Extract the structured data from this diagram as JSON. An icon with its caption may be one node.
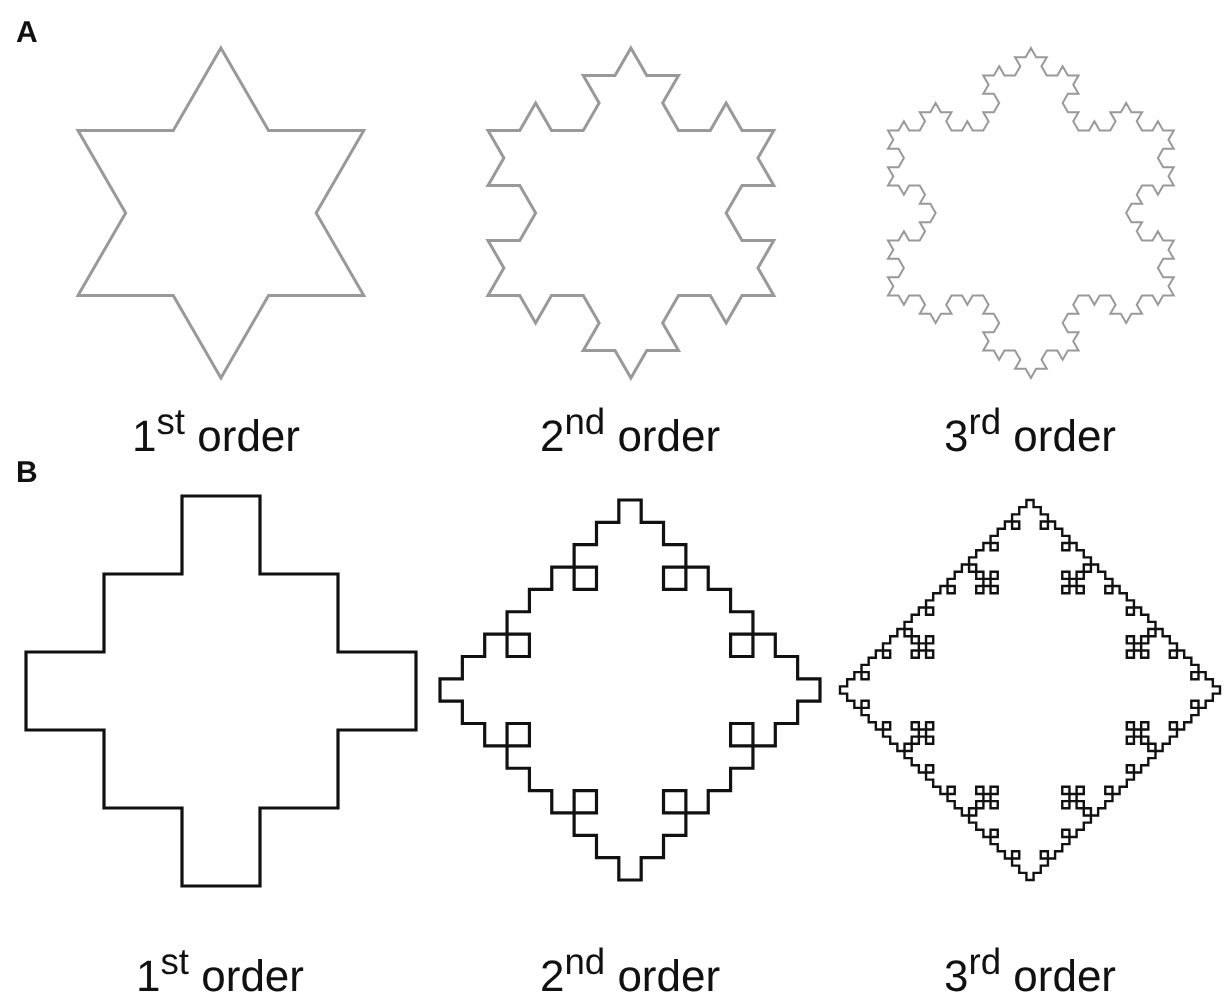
{
  "diagram": {
    "labels": [
      "A",
      "1$^{st}$ order",
      "2$^{nd}$ order",
      "3$^{rd}$ order",
      "B",
      "1$^{st}$ order",
      "2$^{nd}$ order",
      "3$^{rd}$ order"
    ]
  }
}
